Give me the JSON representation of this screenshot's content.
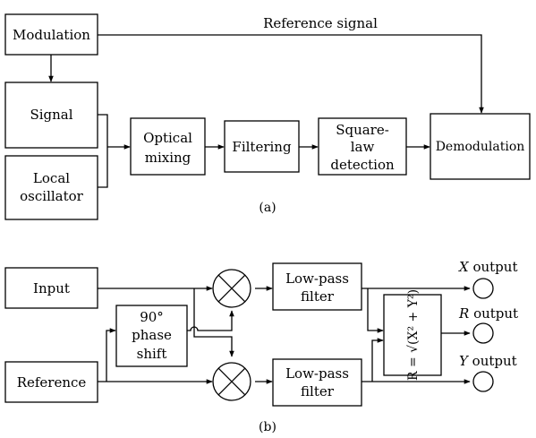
{
  "part_a": {
    "caption": "(a)",
    "modulation": "Modulation",
    "reference_signal": "Reference signal",
    "signal": "Signal",
    "local_oscillator": [
      "Local",
      "oscillator"
    ],
    "optical_mixing": [
      "Optical",
      "mixing"
    ],
    "filtering": "Filtering",
    "square_law_detection": [
      "Square-",
      "law",
      "detection"
    ],
    "demodulation": "Demodulation"
  },
  "part_b": {
    "caption": "(b)",
    "input": "Input",
    "reference": "Reference",
    "phase_shift": [
      "90°",
      "phase",
      "shift"
    ],
    "low_pass_filter_top": [
      "Low-pass",
      "filter"
    ],
    "low_pass_filter_bottom": [
      "Low-pass",
      "filter"
    ],
    "magnitude_formula": "R = √(X² + Y²)",
    "x_output": {
      "var": "X",
      "label": " output"
    },
    "r_output": {
      "var": "R",
      "label": " output"
    },
    "y_output": {
      "var": "Y",
      "label": " output"
    }
  }
}
